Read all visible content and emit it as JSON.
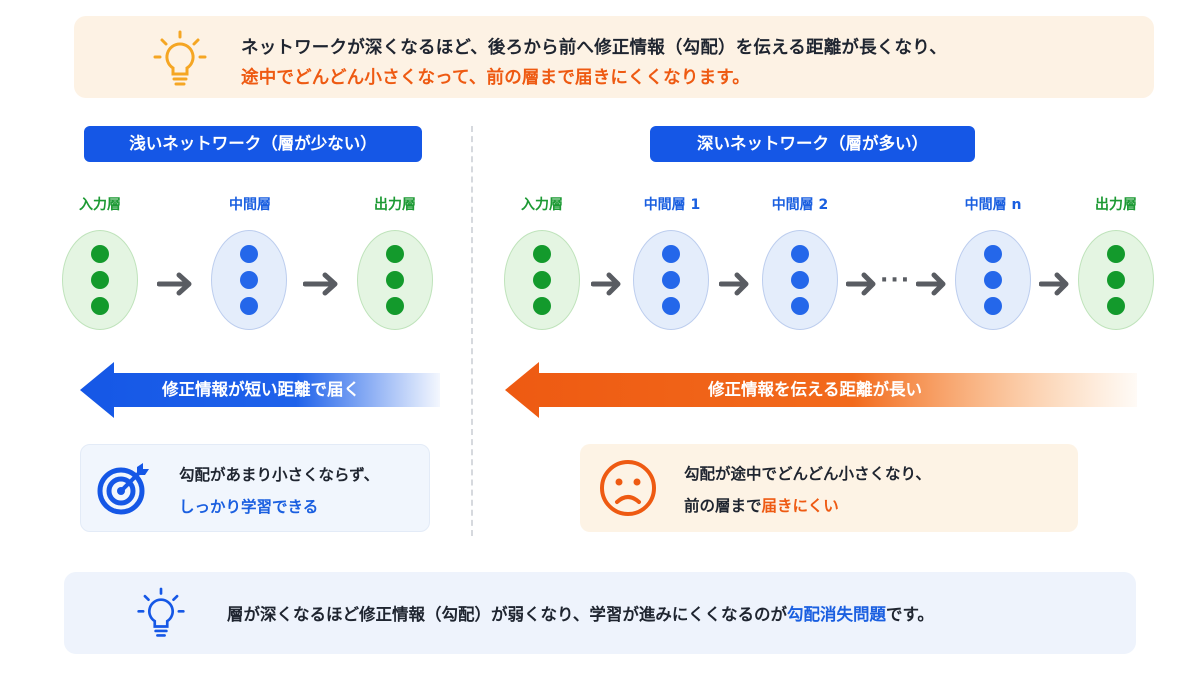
{
  "banner": {
    "line1": "ネットワークが深くなるほど、後ろから前へ修正情報（勾配）を伝える距離が長くなり、",
    "line2": "途中でどんどん小さくなって、前の層まで届きにくくなります。",
    "icon": "lightbulb-icon",
    "icon_color": "#f5a623"
  },
  "shallow": {
    "title": "浅いネットワーク（層が少ない）",
    "layers": [
      "入力層",
      "中間層",
      "出力層"
    ],
    "arrow_label": "修正情報が短い距離で届く",
    "card_line1": "勾配があまり小さくならず、",
    "card_line2": "しっかり学習できる",
    "card_icon": "target-icon"
  },
  "deep": {
    "title": "深いネットワーク（層が多い）",
    "layers": [
      "入力層",
      "中間層 1",
      "中間層 2",
      "中間層 n",
      "出力層"
    ],
    "ellipsis": "···",
    "arrow_label": "修正情報を伝える距離が長い",
    "card_line1": "勾配が途中でどんどん小さくなり、",
    "card_line2_prefix": "前の層まで",
    "card_line2_highlight": "届きにくい",
    "card_icon": "sad-face-icon"
  },
  "bottom": {
    "prefix": "層が深くなるほど修正情報（勾配）が弱くなり、学習が進みにくくなるのが",
    "highlight": "勾配消失問題",
    "suffix": "です。",
    "icon": "lightbulb-icon"
  },
  "colors": {
    "primary_blue": "#1557e6",
    "input_output_green": "#139a2c",
    "hidden_blue": "#2467ea",
    "warning_orange": "#ee5a12"
  }
}
